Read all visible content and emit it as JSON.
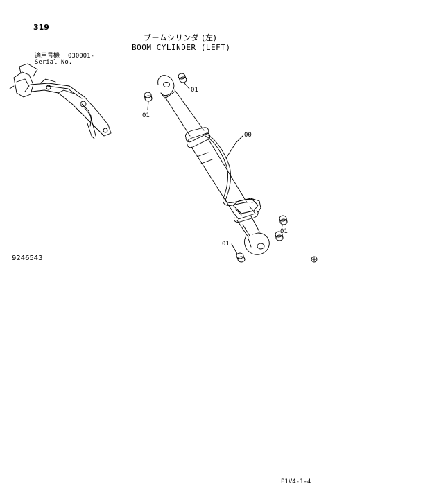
{
  "page_number": "319",
  "title_jp": "ブームシリンダ (左)",
  "title_en": "BOOM CYLINDER (LEFT)",
  "serial": {
    "label_jp": "適用号機",
    "value": "030001-",
    "label_en": "Serial No."
  },
  "drawing_number": "9246543",
  "footer_code": "P1V4-1-4",
  "callouts": {
    "part_00": "00",
    "part_01_a": "01",
    "part_01_b": "01",
    "part_01_c": "01",
    "part_01_d": "01"
  }
}
